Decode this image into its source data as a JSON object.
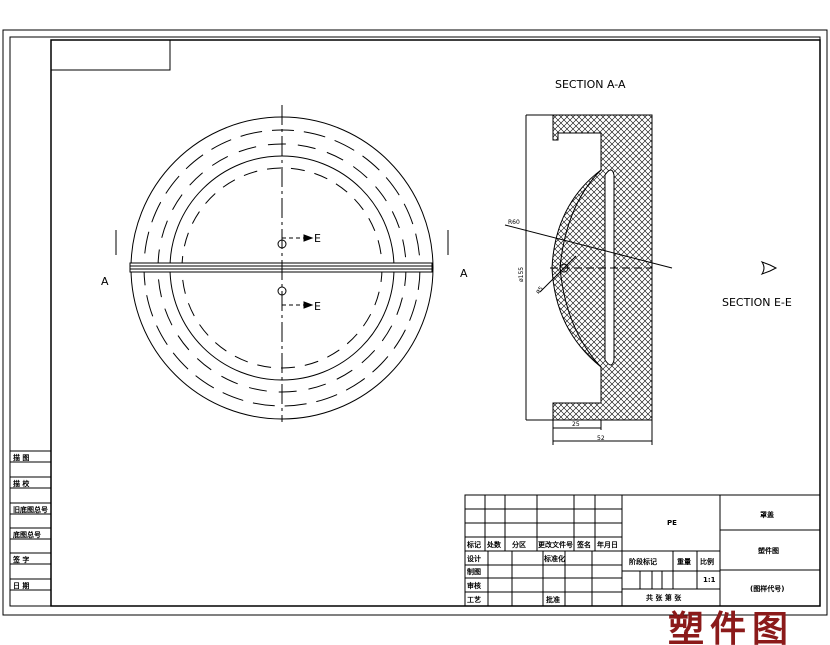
{
  "drawing": {
    "section_aa_label": "SECTION A-A",
    "section_ee_label": "SECTION E-E",
    "cut_labels": {
      "a_left": "A",
      "a_right": "A",
      "e_top": "E",
      "e_bottom": "E"
    },
    "dimensions": {
      "radius": "R60",
      "diameter": "ø155",
      "hole": "ø5",
      "width_inner": "25",
      "width_total": "52"
    }
  },
  "side_strip": [
    "描 图",
    "描 校",
    "旧底图总号",
    "底图总号",
    "签 字",
    "日 期"
  ],
  "title_block": {
    "revision_headers": [
      "标记",
      "处数",
      "分区",
      "更改文件号",
      "签名",
      "年月日"
    ],
    "roles": {
      "design": "设计",
      "standardize": "标准化",
      "draw": "制图",
      "review": "审核",
      "process": "工艺",
      "approve": "批准"
    },
    "material": "PE",
    "stage_label": "阶段标记",
    "weight_label": "重量",
    "scale_label": "比例",
    "scale_value": "1:1",
    "sheets": "共 张 第 张",
    "part_name": "罩盖",
    "drawing_name": "塑件图",
    "drawing_code": "(图样代号)"
  },
  "stamp_text": "塑件图",
  "colors": {
    "line": "#000000",
    "stamp": "#8b1a1a"
  }
}
